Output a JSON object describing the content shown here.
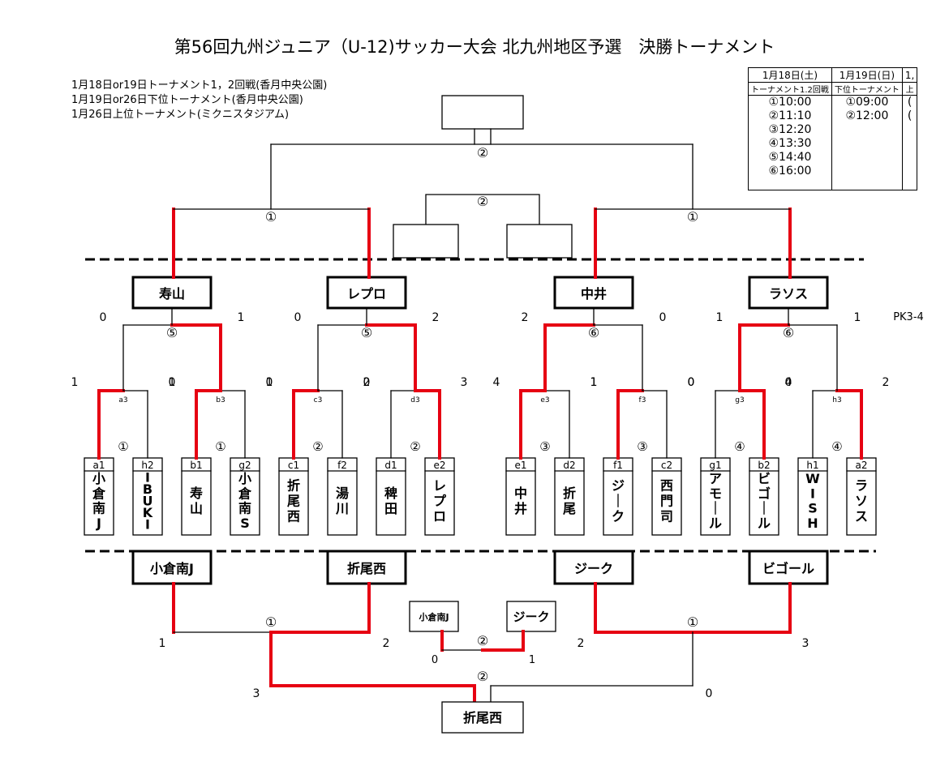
{
  "title": "第56回九州ジュニア（U-12)サッカー大会 北九州地区予選　決勝トーナメント",
  "notes": [
    "1月18日or19日トーナメント1，2回戦(香月中央公園)",
    "1月19日or26日下位トーナメント(香月中央公園)",
    "1月26日上位トーナメント(ミクニスタジアム)"
  ],
  "schedule": {
    "columns": [
      {
        "date": "1月18日(土)",
        "label": "トーナメント1.2回戦",
        "times": [
          "①10:00",
          "②11:10",
          "③12:20",
          "④13:30",
          "⑤14:40",
          "⑥16:00"
        ]
      },
      {
        "date": "1月19日(日)",
        "label": "下位トーナメント",
        "times": [
          "①09:00",
          "②12:00"
        ]
      },
      {
        "date": "1,",
        "label": "上",
        "times": [
          "(",
          "("
        ]
      }
    ]
  },
  "bracket": {
    "teams": [
      {
        "code": "a1",
        "name": "小倉南J"
      },
      {
        "code": "h2",
        "name": "IBUKI"
      },
      {
        "code": "b1",
        "name": "寿山"
      },
      {
        "code": "g2",
        "name": "小倉南S"
      },
      {
        "code": "c1",
        "name": "折尾西"
      },
      {
        "code": "f2",
        "name": "湯川"
      },
      {
        "code": "d1",
        "name": "稗田"
      },
      {
        "code": "e2",
        "name": "レプロ"
      },
      {
        "code": "e1",
        "name": "中井"
      },
      {
        "code": "d2",
        "name": "折尾"
      },
      {
        "code": "f1",
        "name": "ジーク"
      },
      {
        "code": "c2",
        "name": "西門司"
      },
      {
        "code": "g1",
        "name": "アモール"
      },
      {
        "code": "b2",
        "name": "ビゴール"
      },
      {
        "code": "h1",
        "name": "WISH"
      },
      {
        "code": "a2",
        "name": "ラソス"
      }
    ],
    "round1": [
      {
        "label": "a3",
        "court": "①",
        "scores": [
          "1",
          "0"
        ]
      },
      {
        "label": "b3",
        "court": "①",
        "scores": [
          "1",
          "0"
        ]
      },
      {
        "label": "c3",
        "court": "②",
        "scores": [
          "1",
          "0"
        ]
      },
      {
        "label": "d3",
        "court": "②",
        "scores": [
          "2",
          "3"
        ]
      },
      {
        "label": "e3",
        "court": "③",
        "scores": [
          "4",
          "1"
        ]
      },
      {
        "label": "f3",
        "court": "③",
        "scores": [
          "1",
          "0"
        ]
      },
      {
        "label": "g3",
        "court": "④",
        "scores": [
          "0",
          "4"
        ]
      },
      {
        "label": "h3",
        "court": "④",
        "scores": [
          "0",
          "2"
        ]
      }
    ],
    "round2": [
      {
        "court": "⑤",
        "scores": [
          "0",
          "1"
        ]
      },
      {
        "court": "⑤",
        "scores": [
          "0",
          "2"
        ]
      },
      {
        "court": "⑥",
        "scores": [
          "2",
          "0"
        ]
      },
      {
        "court": "⑥",
        "scores": [
          "1",
          "1"
        ]
      }
    ],
    "pk_note": "PK3-4",
    "upper_teams": [
      "寿山",
      "レプロ",
      "中井",
      "ラソス"
    ],
    "upper_courts": [
      "①",
      "①",
      "②",
      "②"
    ],
    "lower_teams": [
      "小倉南J",
      "折尾西",
      "ジーク",
      "ビゴール"
    ],
    "lower_semis": [
      {
        "court": "①",
        "scores": [
          "1",
          "2"
        ]
      },
      {
        "court": "①",
        "scores": [
          "2",
          "3"
        ]
      }
    ],
    "third_place": {
      "teams": [
        "小倉南J",
        "ジーク"
      ],
      "court": "②",
      "scores": [
        "0",
        "1"
      ]
    },
    "lower_final": {
      "court": "②",
      "scores": [
        "3",
        "0"
      ],
      "winner": "折尾西"
    }
  },
  "colors": {
    "win_line": "#e60012",
    "line": "#000000"
  }
}
